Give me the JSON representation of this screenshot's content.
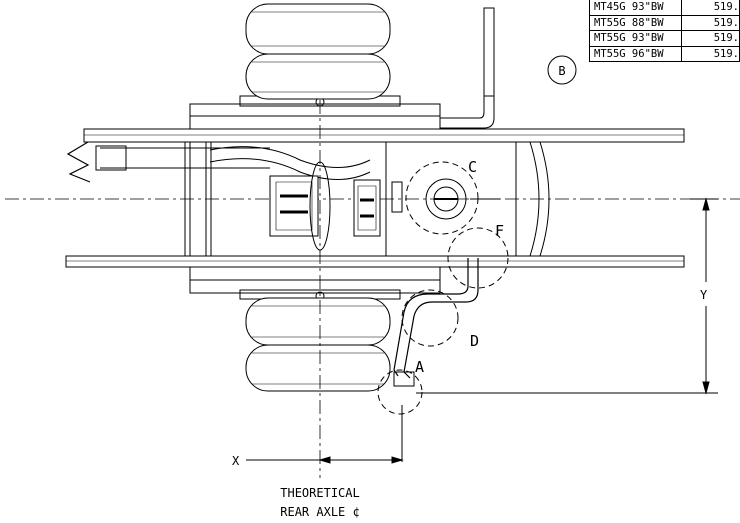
{
  "spec_table": {
    "rows": [
      {
        "model": "MT45G 93\"BW",
        "value": "519."
      },
      {
        "model": "MT55G 88\"BW",
        "value": "519."
      },
      {
        "model": "MT55G 93\"BW",
        "value": "519."
      },
      {
        "model": "MT55G 96\"BW",
        "value": "519."
      }
    ]
  },
  "callouts": {
    "b": "B",
    "c": "C",
    "f": "F",
    "d": "D",
    "a": "A"
  },
  "dimensions": {
    "x": "X",
    "y": "Y"
  },
  "axle_label": {
    "line1": "THEORETICAL",
    "line2": "REAR AXLE ¢"
  }
}
